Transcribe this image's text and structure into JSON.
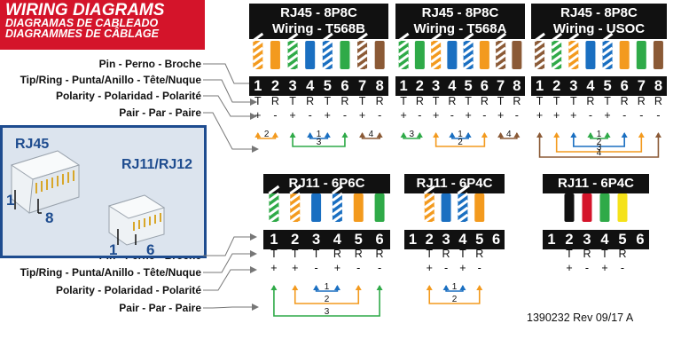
{
  "title": {
    "line1": "WIRING DIAGRAMS",
    "line2": "DIAGRAMAS DE CABLEADO",
    "line3": "DIAGRAMMES DE CÂBLAGE"
  },
  "row_labels": {
    "pin": "Pin -  Perno - Broche",
    "tip_ring": "Tip/Ring - Punta/Anillo - Tête/Nuque",
    "polarity": "Polarity - Polaridad - Polarité",
    "pair": "Pair - Par - Paire"
  },
  "connectors": {
    "rj45_label": "RJ45",
    "rj45_pin_first": "1",
    "rj45_pin_last": "8",
    "rj11_label": "RJ11/RJ12",
    "rj11_pin_first": "1",
    "rj11_pin_last": "6"
  },
  "diagrams": [
    {
      "title_line1": "RJ45 - 8P8C",
      "title_line2": "Wiring - T568B",
      "pins": [
        "1",
        "2",
        "3",
        "4",
        "5",
        "6",
        "7",
        "8"
      ],
      "tip_ring": [
        "T",
        "R",
        "T",
        "R",
        "T",
        "R",
        "T",
        "R"
      ],
      "polarity": [
        "+",
        "-",
        "+",
        "-",
        "+",
        "-",
        "+",
        "-"
      ],
      "wire_colors": [
        "#f39a1e",
        "#f39a1e",
        "#2faa48",
        "#1a6fc1",
        "#1a6fc1",
        "#2faa48",
        "#8b5a36",
        "#8b5a36"
      ],
      "wire_striped": [
        true,
        false,
        true,
        false,
        true,
        false,
        true,
        false
      ],
      "pair_numbers": [
        "2",
        "1",
        "3",
        "4"
      ]
    },
    {
      "title_line1": "RJ45 - 8P8C",
      "title_line2": "Wiring - T568A",
      "pins": [
        "1",
        "2",
        "3",
        "4",
        "5",
        "6",
        "7",
        "8"
      ],
      "tip_ring": [
        "T",
        "R",
        "T",
        "R",
        "T",
        "R",
        "T",
        "R"
      ],
      "polarity": [
        "+",
        "-",
        "+",
        "-",
        "+",
        "-",
        "+",
        "-"
      ],
      "wire_colors": [
        "#2faa48",
        "#2faa48",
        "#f39a1e",
        "#1a6fc1",
        "#1a6fc1",
        "#f39a1e",
        "#8b5a36",
        "#8b5a36"
      ],
      "wire_striped": [
        true,
        false,
        true,
        false,
        true,
        false,
        true,
        false
      ],
      "pair_numbers": [
        "3",
        "1",
        "2",
        "4"
      ]
    },
    {
      "title_line1": "RJ45 - 8P8C",
      "title_line2": "Wiring - USOC",
      "pins": [
        "1",
        "2",
        "3",
        "4",
        "5",
        "6",
        "7",
        "8"
      ],
      "tip_ring": [
        "T",
        "T",
        "T",
        "R",
        "T",
        "R",
        "R",
        "R"
      ],
      "polarity": [
        "+",
        "+",
        "+",
        "-",
        "+",
        "-",
        "-",
        "-"
      ],
      "wire_colors": [
        "#8b5a36",
        "#2faa48",
        "#f39a1e",
        "#1a6fc1",
        "#1a6fc1",
        "#f39a1e",
        "#2faa48",
        "#8b5a36"
      ],
      "wire_striped": [
        true,
        true,
        true,
        false,
        true,
        false,
        false,
        false
      ],
      "pair_numbers": [
        "1",
        "2",
        "3",
        "4"
      ]
    },
    {
      "title": "RJ11 - 6P6C",
      "pins": [
        "1",
        "2",
        "3",
        "4",
        "5",
        "6"
      ],
      "tip_ring": [
        "T",
        "T",
        "T",
        "R",
        "R",
        "R"
      ],
      "polarity": [
        "+",
        "+",
        "-",
        "+",
        "-",
        "-"
      ],
      "wire_colors": [
        "#2faa48",
        "#f39a1e",
        "#1a6fc1",
        "#1a6fc1",
        "#f39a1e",
        "#2faa48"
      ],
      "wire_striped": [
        true,
        true,
        false,
        true,
        false,
        false
      ],
      "pair_numbers": [
        "1",
        "2",
        "3"
      ]
    },
    {
      "title": "RJ11 - 6P4C",
      "pins": [
        "1",
        "2",
        "3",
        "4",
        "5",
        "6"
      ],
      "tip_ring": [
        "T",
        "R",
        "T",
        "R"
      ],
      "polarity": [
        "+",
        "-",
        "+",
        "-"
      ],
      "wire_colors": [
        "#f39a1e",
        "#1a6fc1",
        "#1a6fc1",
        "#f39a1e"
      ],
      "wire_striped": [
        true,
        false,
        true,
        false
      ],
      "pair_numbers": [
        "1",
        "2"
      ]
    },
    {
      "title": "RJ11 - 6P4C",
      "pins": [
        "1",
        "2",
        "3",
        "4",
        "5",
        "6"
      ],
      "tip_ring": [
        "T",
        "R",
        "T",
        "R"
      ],
      "polarity": [
        "+",
        "-",
        "+",
        "-"
      ],
      "wire_colors": [
        "#111111",
        "#d4142a",
        "#2faa48",
        "#f5e21a"
      ],
      "wire_striped": [
        false,
        false,
        false,
        false
      ]
    }
  ],
  "part_number": "1390232 Rev 09/17 A"
}
